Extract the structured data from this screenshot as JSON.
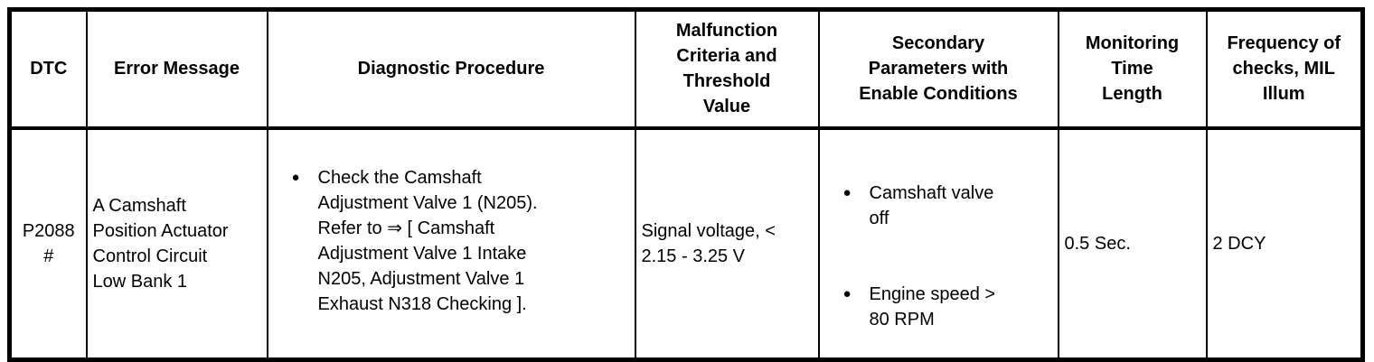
{
  "colors": {
    "border": "#000000",
    "background": "#ffffff",
    "text": "#000000"
  },
  "icons": {
    "bullet": "●"
  },
  "table": {
    "columns": [
      {
        "key": "dtc",
        "label": "DTC"
      },
      {
        "key": "error_message",
        "label": "Error Message"
      },
      {
        "key": "diagnostic_procedure",
        "label": "Diagnostic Procedure"
      },
      {
        "key": "malfunction_criteria",
        "label": "Malfunction\nCriteria and\nThreshold\nValue"
      },
      {
        "key": "secondary_parameters",
        "label": "Secondary\nParameters with\nEnable Conditions"
      },
      {
        "key": "monitoring_time",
        "label": "Monitoring\nTime\nLength"
      },
      {
        "key": "frequency_checks",
        "label": "Frequency of\nchecks, MIL\nIllum"
      }
    ],
    "row": {
      "dtc": "P2088\n#",
      "error_message": "A Camshaft\nPosition Actuator\nControl Circuit\nLow Bank 1",
      "diagnostic_procedure_items": [
        "Check the Camshaft\nAdjustment Valve 1 (N205).\nRefer to ⇒ [ Camshaft\nAdjustment Valve 1 Intake\nN205, Adjustment Valve 1\nExhaust N318 Checking ]."
      ],
      "malfunction_criteria": "Signal voltage, <\n2.15 - 3.25 V",
      "secondary_parameter_items": [
        "Camshaft valve\noff",
        "Engine speed >\n80 RPM"
      ],
      "monitoring_time": "0.5 Sec.",
      "frequency_checks": "2 DCY"
    }
  }
}
